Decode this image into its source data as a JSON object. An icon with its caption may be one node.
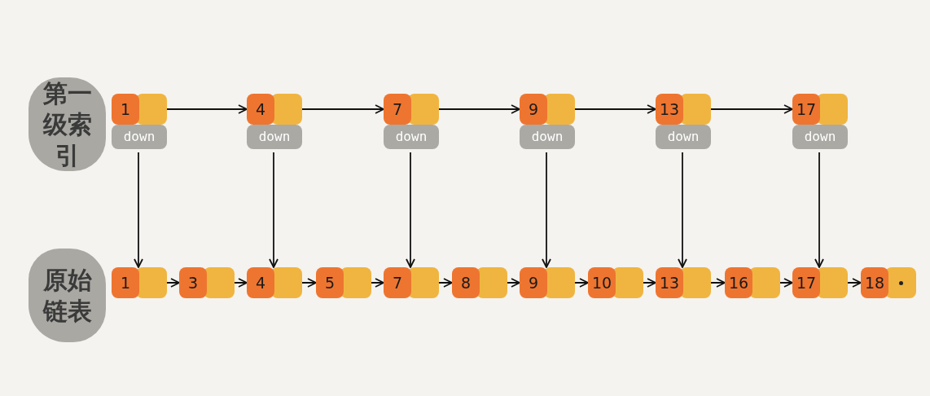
{
  "diagram": {
    "nodes": [
      {
        "text": [
          "第一级索引"
        ]
      },
      {
        "text": [
          "1",
          "down"
        ]
      },
      {
        "text": [
          "4",
          "down"
        ]
      },
      {
        "text": [
          "7",
          "down"
        ]
      },
      {
        "text": [
          "9",
          "down"
        ]
      },
      {
        "text": [
          "13",
          "down"
        ]
      },
      {
        "text": [
          "17",
          "down"
        ]
      },
      {
        "text": [
          "原始链表"
        ]
      },
      {
        "text": [
          "1"
        ]
      },
      {
        "text": [
          "3"
        ]
      },
      {
        "text": [
          "4"
        ]
      },
      {
        "text": [
          "5"
        ]
      },
      {
        "text": [
          "7"
        ]
      },
      {
        "text": [
          "8"
        ]
      },
      {
        "text": [
          "9"
        ]
      },
      {
        "text": [
          "10"
        ]
      },
      {
        "text": [
          "13"
        ]
      },
      {
        "text": [
          "16"
        ]
      },
      {
        "text": [
          "17"
        ]
      },
      {
        "text": [
          "18"
        ]
      }
    ],
    "edges": [
      {
        "from": 1,
        "to": 2,
        "arrow": "to"
      },
      {
        "from": 2,
        "to": 3,
        "arrow": "to"
      },
      {
        "from": 3,
        "to": 4,
        "arrow": "to"
      },
      {
        "from": 4,
        "to": 5,
        "arrow": "to"
      },
      {
        "from": 5,
        "to": 6,
        "arrow": "to"
      },
      {
        "from": 1,
        "to": 8,
        "arrow": "to"
      },
      {
        "from": 2,
        "to": 10,
        "arrow": "to"
      },
      {
        "from": 3,
        "to": 12,
        "arrow": "to"
      },
      {
        "from": 4,
        "to": 14,
        "arrow": "to"
      },
      {
        "from": 5,
        "to": 16,
        "arrow": "to"
      },
      {
        "from": 6,
        "to": 18,
        "arrow": "to"
      },
      {
        "from": 8,
        "to": 9,
        "arrow": "to"
      },
      {
        "from": 9,
        "to": 10,
        "arrow": "to"
      },
      {
        "from": 10,
        "to": 11,
        "arrow": "to"
      },
      {
        "from": 11,
        "to": 12,
        "arrow": "to"
      },
      {
        "from": 12,
        "to": 13,
        "arrow": "to"
      },
      {
        "from": 13,
        "to": 14,
        "arrow": "to"
      },
      {
        "from": 14,
        "to": 15,
        "arrow": "to"
      },
      {
        "from": 15,
        "to": 16,
        "arrow": "to"
      },
      {
        "from": 16,
        "to": 17,
        "arrow": "to"
      },
      {
        "from": 17,
        "to": 18,
        "arrow": "to"
      },
      {
        "from": 18,
        "to": 19,
        "arrow": "to"
      }
    ]
  }
}
